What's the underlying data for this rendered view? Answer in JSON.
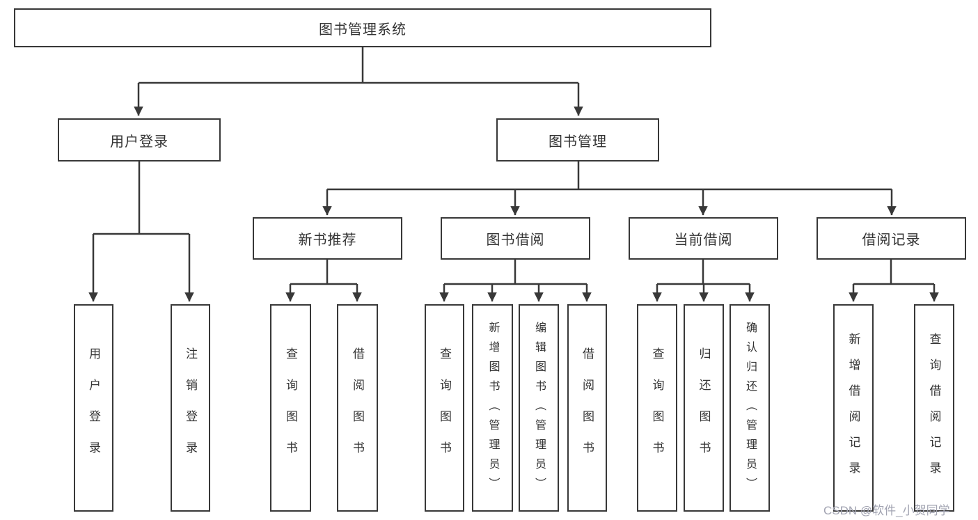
{
  "diagram": {
    "title": "图书管理系统",
    "root": {
      "label": "图书管理系统"
    },
    "level1": [
      {
        "label": "用户登录"
      },
      {
        "label": "图书管理"
      }
    ],
    "level2": [
      {
        "label": "新书推荐"
      },
      {
        "label": "图书借阅"
      },
      {
        "label": "当前借阅"
      },
      {
        "label": "借阅记录"
      }
    ],
    "leaves": [
      {
        "label": "用户登录",
        "parent": "用户登录"
      },
      {
        "label": "注销登录",
        "parent": "用户登录"
      },
      {
        "label": "查询图书",
        "parent": "新书推荐"
      },
      {
        "label": "借阅图书",
        "parent": "新书推荐"
      },
      {
        "label": "查询图书",
        "parent": "图书借阅"
      },
      {
        "label": "新增图书（管理员）",
        "parent": "图书借阅"
      },
      {
        "label": "编辑图书（管理员）",
        "parent": "图书借阅"
      },
      {
        "label": "借阅图书",
        "parent": "图书借阅"
      },
      {
        "label": "查询图书",
        "parent": "当前借阅"
      },
      {
        "label": "归还图书",
        "parent": "当前借阅"
      },
      {
        "label": "确认归还（管理员）",
        "parent": "当前借阅"
      },
      {
        "label": "新增借阅记录",
        "parent": "借阅记录"
      },
      {
        "label": "查询借阅记录",
        "parent": "借阅记录"
      }
    ],
    "line_color": "#383838",
    "box_border_color": "#383838",
    "text_color": "#333333"
  },
  "watermark": {
    "text": "CSDN @软件_小贺同学",
    "color": "#a2a4b2"
  }
}
